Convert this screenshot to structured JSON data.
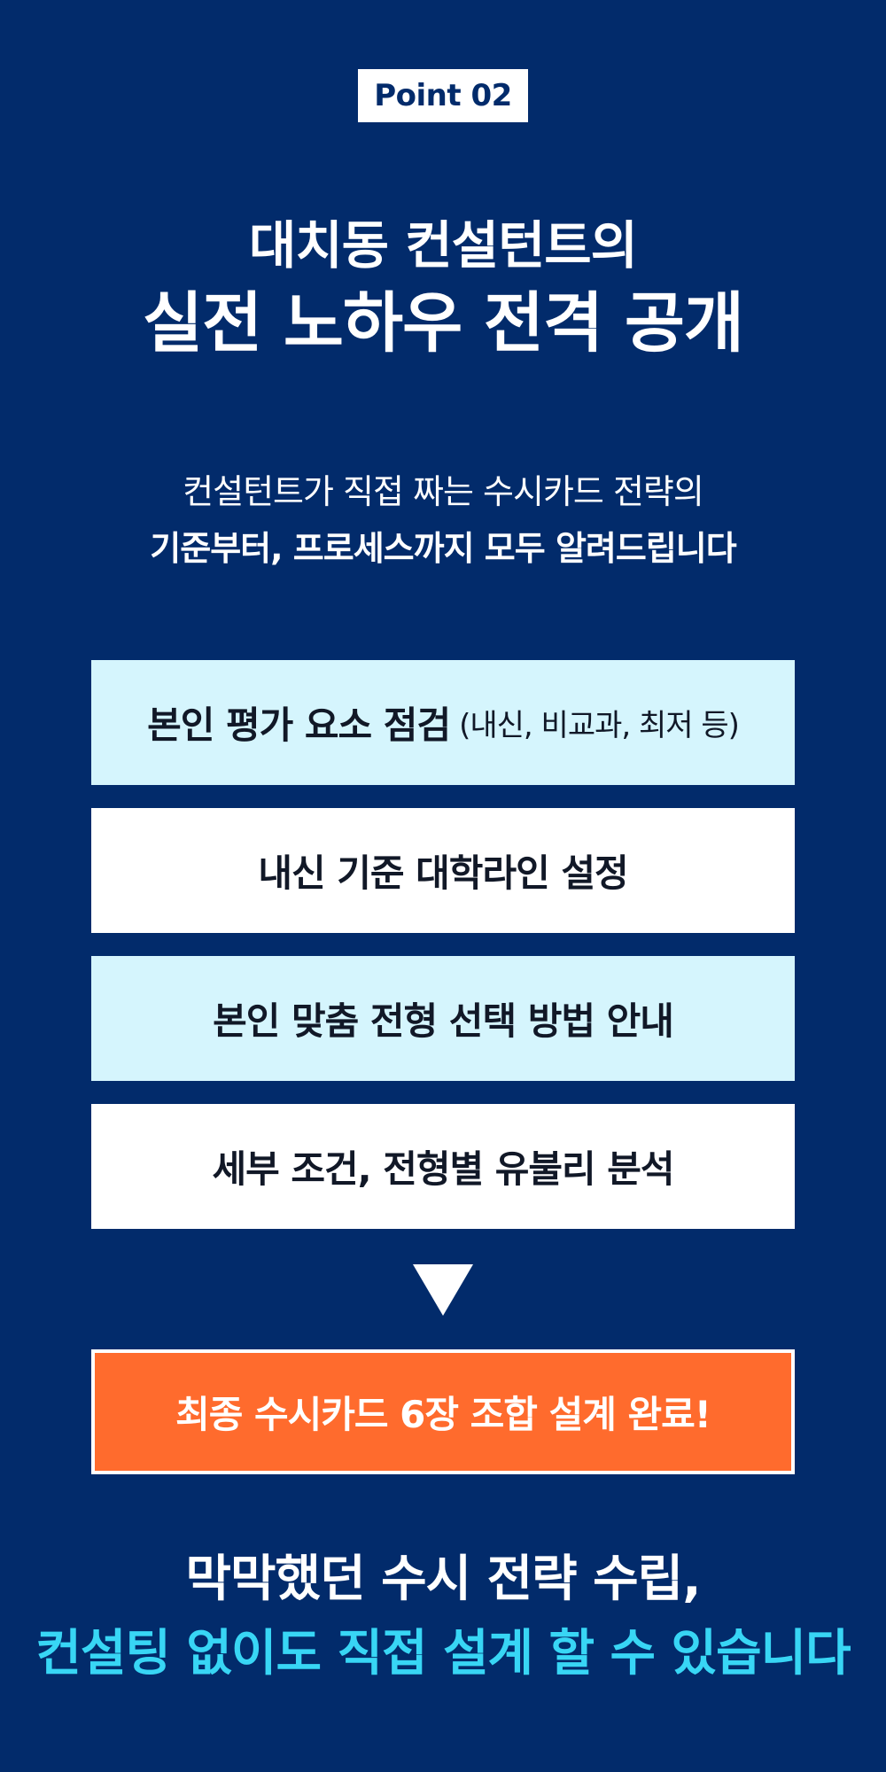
{
  "badge": "Point 02",
  "title": {
    "line1": "대치동 컨설턴트의",
    "line2": "실전 노하우 전격 공개"
  },
  "subtitle": {
    "line1": "컨설턴트가 직접 짜는 수시카드 전략의",
    "line2": "기준부터, 프로세스까지 모두 알려드립니다"
  },
  "steps": [
    {
      "label": "본인 평가 요소 점검",
      "note": "(내신, 비교과, 최저 등)"
    },
    {
      "label": "내신 기준 대학라인 설정"
    },
    {
      "label": "본인 맞춤 전형 선택 방법 안내"
    },
    {
      "label": "세부 조건, 전형별 유불리 분석"
    }
  ],
  "arrow_icon": "down-triangle-icon",
  "final_step": "최종 수시카드 6장 조합 설계 완료!",
  "closing": {
    "line1": "막막했던 수시 전략 수립,",
    "line2": "컨설팅 없이도 직접 설계 할 수 있습니다"
  },
  "colors": {
    "background": "#022b6b",
    "light_box": "#d5f5fd",
    "white_box": "#ffffff",
    "accent_orange": "#ff6b2d",
    "accent_cyan": "#38d6f5"
  }
}
